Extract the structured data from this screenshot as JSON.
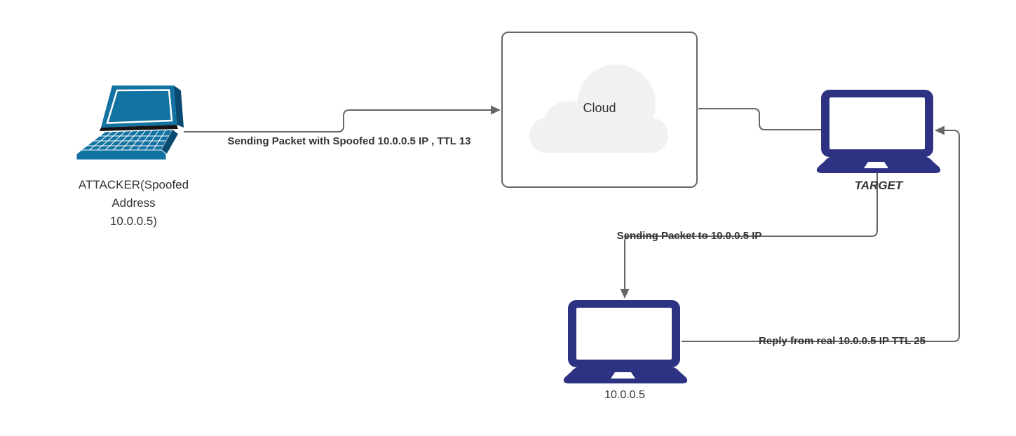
{
  "diagram": {
    "background": "#ffffff",
    "colors": {
      "connector": "#666666",
      "label_text": "#333333",
      "laptop_navy": "#2d3282",
      "laptop_teal": "#1272a2",
      "cloud_fill": "#f1f1f1",
      "cloud_border": "#666666"
    },
    "nodes": {
      "attacker": {
        "icon": "laptop-3d-icon",
        "label": "ATTACKER(Spoofed\nAddress\n10.0.0.5)"
      },
      "cloud": {
        "icon": "cloud-icon",
        "label": "Cloud"
      },
      "target": {
        "icon": "laptop-icon",
        "label": "TARGET"
      },
      "real_host": {
        "icon": "laptop-icon",
        "label": "10.0.0.5"
      }
    },
    "edges": [
      {
        "from": "attacker",
        "to": "cloud",
        "label": "Sending Packet with Spoofed 10.0.0.5 IP , TTL 13"
      },
      {
        "from": "target",
        "to": "real_host",
        "label": "Sending Packet to 10.0.0.5 IP"
      },
      {
        "from": "real_host",
        "to": "target",
        "label": "Reply from real 10.0.0.5 IP TTL 25"
      }
    ]
  }
}
